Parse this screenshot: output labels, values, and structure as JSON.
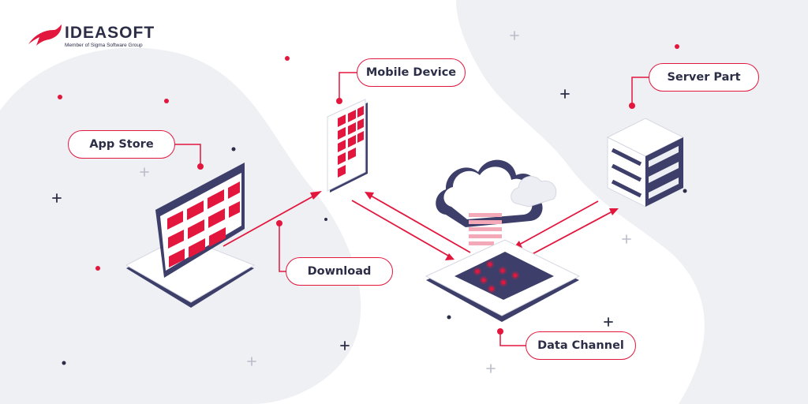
{
  "brand": {
    "name": "IDEASOFT",
    "tagline": "Member of Sigma Software Group"
  },
  "labels": {
    "app_store": "App Store",
    "mobile_device": "Mobile Device",
    "server_part": "Server Part",
    "download": "Download",
    "data_channel": "Data Channel"
  },
  "colors": {
    "accent": "#e3173e",
    "navy": "#3d3f6a",
    "text": "#2c2e47",
    "blob": "#eef0f4"
  }
}
